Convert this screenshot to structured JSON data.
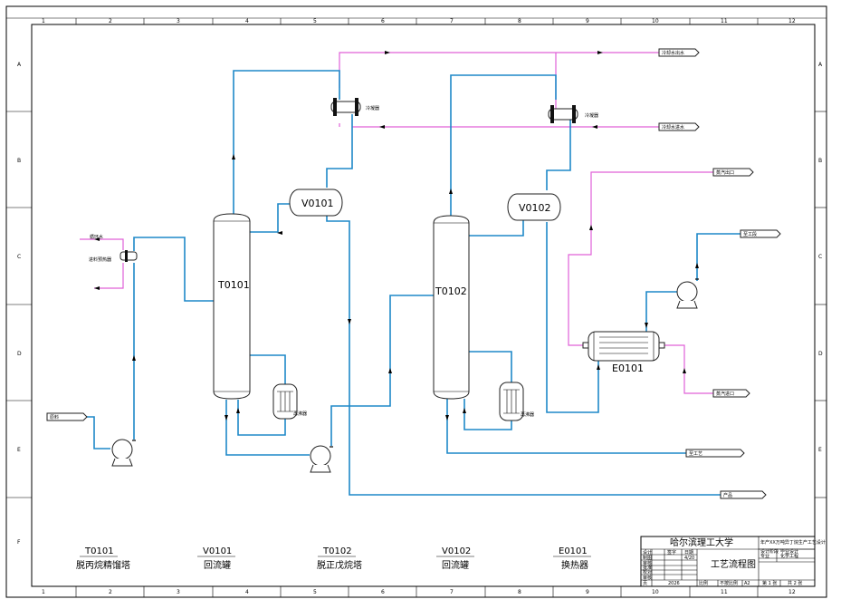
{
  "grid": {
    "columns": [
      "1",
      "2",
      "3",
      "4",
      "5",
      "6",
      "7",
      "8",
      "9",
      "10",
      "11",
      "12"
    ],
    "rows": [
      "A",
      "B",
      "C",
      "D",
      "E",
      "F"
    ]
  },
  "equipment": {
    "T0101": {
      "tag": "T0101"
    },
    "T0102": {
      "tag": "T0102"
    },
    "V0101": {
      "tag": "V0101"
    },
    "V0102": {
      "tag": "V0102"
    },
    "E0101": {
      "tag": "E0101"
    }
  },
  "stream_labels": {
    "cool_water_out": "冷却水出水",
    "cool_water_in": "冷却水进水",
    "steam_out": "蒸汽出口",
    "steam_in": "蒸汽进口",
    "process_out": "至工艺",
    "product": "产品",
    "feed": "原料",
    "cooling_water": "循环水",
    "feed_preheater": "进料预热器",
    "condenser_1": "冷凝器",
    "condenser_2": "冷凝器",
    "reboiler_1": "再沸器",
    "reboiler_2": "再沸器",
    "side_product": "至工段"
  },
  "legend": [
    {
      "tag": "T0101",
      "name": "脱丙烷精馏塔"
    },
    {
      "tag": "V0101",
      "name": "回流罐"
    },
    {
      "tag": "T0102",
      "name": "脱正戊烷塔"
    },
    {
      "tag": "V0102",
      "name": "回流罐"
    },
    {
      "tag": "E0101",
      "name": "换热器"
    }
  ],
  "title_block": {
    "university": "哈尔滨理工大学",
    "project": "年产XX万吨异丁烷生产工艺设计",
    "drawing_title": "工艺流程图",
    "rows": [
      "设计",
      "制图",
      "审核",
      "批准",
      "校对",
      "审核"
    ],
    "col_signature": "签字",
    "col_date": "日期",
    "date": "4/20",
    "year": "2026",
    "stage_label": "设计阶段",
    "stage_value": "毕业设计",
    "major_label": "专业",
    "major_value": "化学工程",
    "scale_label": "比例",
    "scale_value": "不按比例",
    "size_label": "图幅",
    "size_value": "A2",
    "sheet": "第 1 张",
    "total": "共 2 张",
    "page_label": "页",
    "page_value": "1"
  }
}
